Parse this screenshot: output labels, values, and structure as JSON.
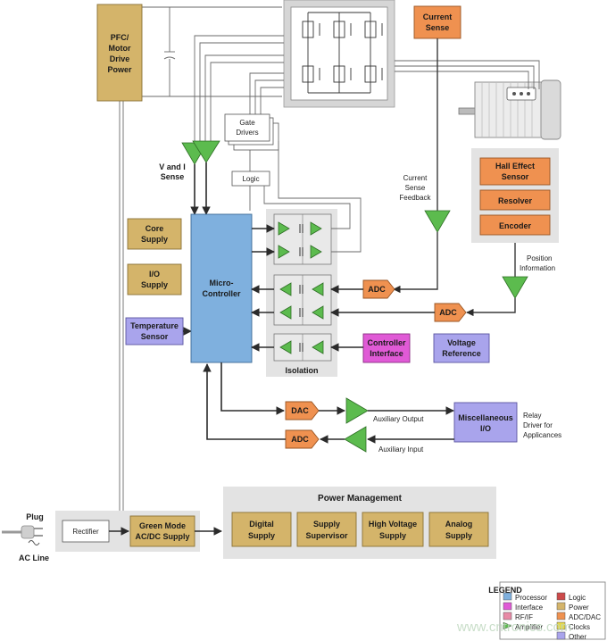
{
  "colors": {
    "power": "#d4b46a",
    "processor": "#7fb0de",
    "interface": "#e05ad6",
    "adc_dac": "#ef9150",
    "amplifier": "#5cbb4e",
    "other": "#a9a4ec",
    "logic": "#cc4a4a",
    "rf_if": "#e88aa6",
    "clocks": "#e6d84a",
    "panel": "#e3e3e3"
  },
  "blocks": {
    "pfc_power": [
      "PFC/",
      "Motor",
      "Drive",
      "Power"
    ],
    "current_sense": [
      "Current",
      "Sense"
    ],
    "gate_drivers": [
      "Gate",
      "Drivers"
    ],
    "logic": "Logic",
    "v_i_sense": [
      "V and I",
      "Sense"
    ],
    "current_sense_feedback": [
      "Current",
      "Sense",
      "Feedback"
    ],
    "hall_effect": [
      "Hall Effect",
      "Sensor"
    ],
    "resolver": "Resolver",
    "encoder": "Encoder",
    "position_information": [
      "Position",
      "Information"
    ],
    "core_supply": [
      "Core",
      "Supply"
    ],
    "io_supply": [
      "I/O",
      "Supply"
    ],
    "temperature_sensor": [
      "Temperature",
      "Sensor"
    ],
    "microcontroller": [
      "Micro-",
      "Controller"
    ],
    "isolation": "Isolation",
    "adc": "ADC",
    "dac": "DAC",
    "controller_interface": [
      "Controller",
      "Interface"
    ],
    "voltage_reference": [
      "Voltage",
      "Reference"
    ],
    "auxiliary_output": "Auxiliary Output",
    "auxiliary_input": "Auxiliary Input",
    "misc_io": [
      "Miscellaneous",
      "I/O"
    ],
    "relay_driver": [
      "Relay",
      "Driver for",
      "Applicances"
    ],
    "plug": "Plug",
    "ac_line": "AC Line",
    "rectifier": "Rectifier",
    "green_mode": [
      "Green Mode",
      "AC/DC Supply"
    ]
  },
  "power_management": {
    "title": "Power Management",
    "items": [
      [
        "Digital",
        "Supply"
      ],
      [
        "Supply",
        "Supervisor"
      ],
      [
        "High Voltage",
        "Supply"
      ],
      [
        "Analog",
        "Supply"
      ]
    ]
  },
  "legend": {
    "title": "LEGEND",
    "items": [
      {
        "label": "Processor",
        "color": "#7fb0de",
        "shape": "square"
      },
      {
        "label": "Interface",
        "color": "#e05ad6",
        "shape": "square"
      },
      {
        "label": "RF/IF",
        "color": "#e88aa6",
        "shape": "square"
      },
      {
        "label": "Amplifier",
        "color": "#5cbb4e",
        "shape": "triangle"
      },
      {
        "label": "Logic",
        "color": "#cc4a4a",
        "shape": "square"
      },
      {
        "label": "Power",
        "color": "#d4b46a",
        "shape": "square"
      },
      {
        "label": "ADC/DAC",
        "color": "#ef9150",
        "shape": "square"
      },
      {
        "label": "Clocks",
        "color": "#e6d84a",
        "shape": "square"
      },
      {
        "label": "Other",
        "color": "#a9a4ec",
        "shape": "square"
      }
    ]
  },
  "watermark": "www.cntronics.com"
}
